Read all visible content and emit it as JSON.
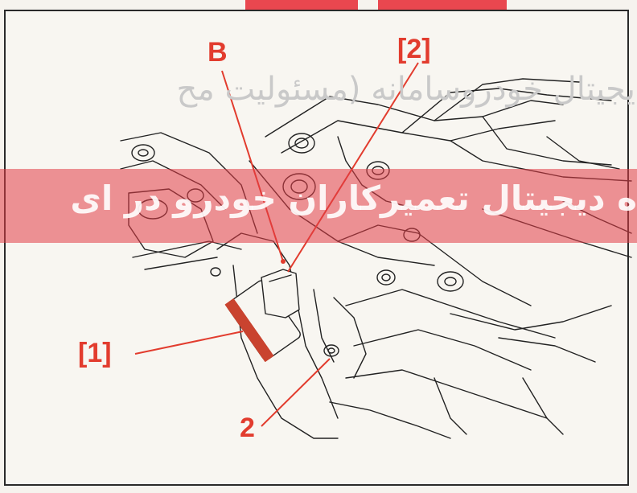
{
  "watermark": {
    "line1": "یجیتال خودروسامانه (مسئولیت مح",
    "line2": "ه دیجیتال تعمیرکاران خودرو در ای"
  },
  "callouts": {
    "b": "B",
    "bracket2": "[2]",
    "bracket1": "[1]",
    "two": "2"
  },
  "colors": {
    "callout": "#e23c2e",
    "watermark_band": "#e13c46"
  }
}
